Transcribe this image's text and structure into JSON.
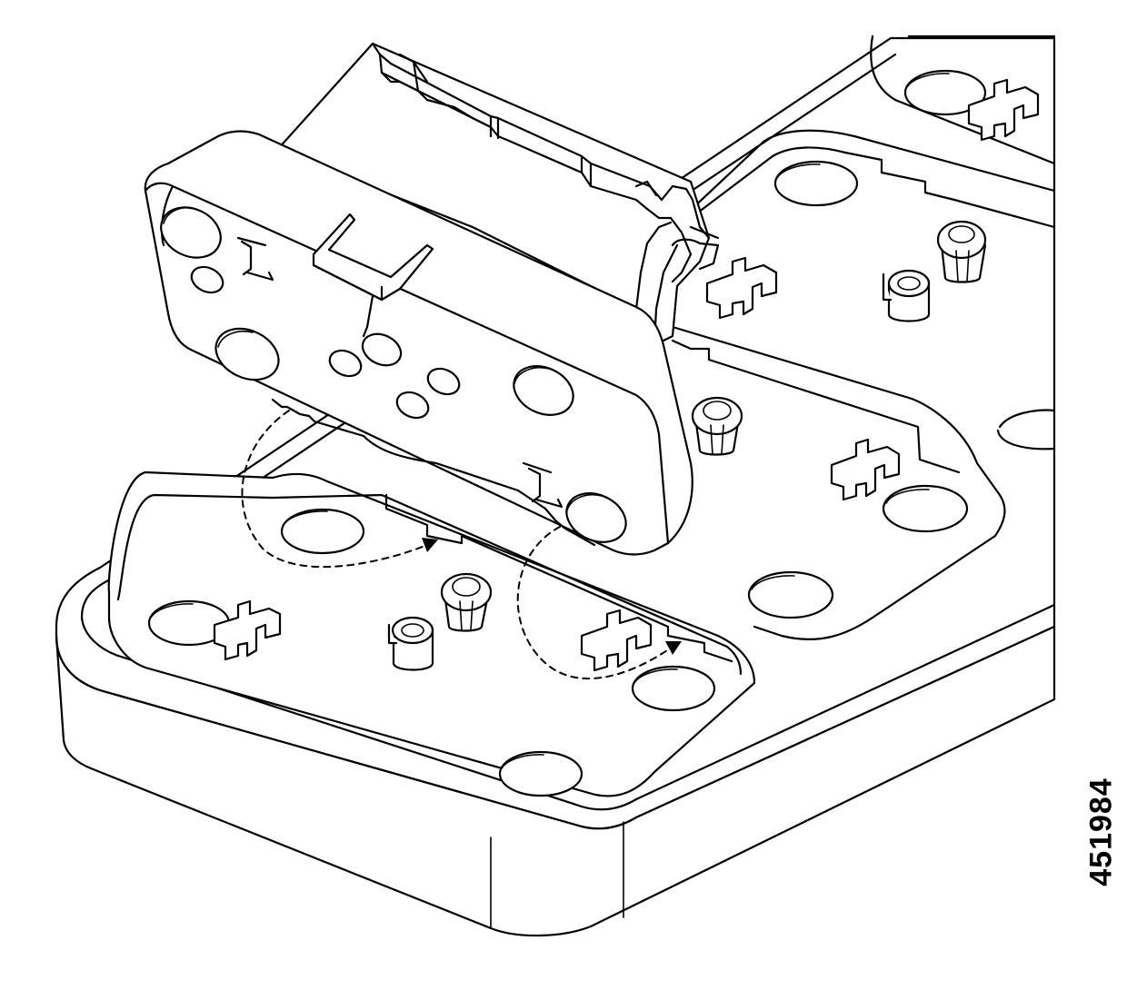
{
  "figure": {
    "number": "451984"
  },
  "parts": {
    "tray": "mounting-tray",
    "module": "module-being-inserted",
    "guides": "dashed-insertion-arrows"
  }
}
